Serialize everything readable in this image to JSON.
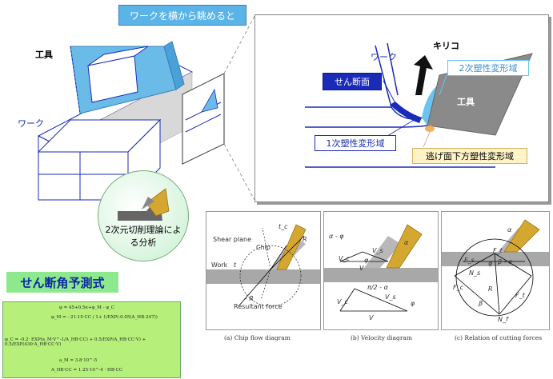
{
  "title": "ワークを横から眺めると",
  "tool_label": "工具",
  "work_label": "ワーク",
  "zoom": {
    "work_label": "ワーク",
    "chip_label": "キリコ",
    "tool_label": "工具",
    "shear_plane_label": "せん断面",
    "secondary_zone": "2次塑性変形域",
    "primary_zone": "1次塑性変形域",
    "flank_zone": "逃げ面下方塑性変形域"
  },
  "analysis_label": "2次元切削理論による分析",
  "prediction_label": "せん断角予測式",
  "formula": {
    "line1": "φ = 45+0.5α+φ_M - φ_C",
    "line2": "φ_M = -  21-15·CC / 1+ 1/EXP(-0.05(A_HB-247))",
    "line3": "φ_C = -0.2·  EXP(a_M·V^-1/A_HB·CC) + 0.5/EXP(A_HB·CC·V) + 0.5/EXP(430·A_HB·CC·V)",
    "line4": "a_M = 3.8·10^-5",
    "line5": "A_HB·CC = 1.25·10^-4 · HB·CC"
  },
  "panels": {
    "chip_flow": {
      "caption": "(a) Chip flow diagram",
      "shear_plane": "Shear plane",
      "chip": "Chip",
      "work": "Work",
      "resultant": "Resultant force",
      "t": "t",
      "tc": "t_c",
      "R": "R",
      "negR": "- R"
    },
    "velocity": {
      "caption": "(b) Velocity diagram",
      "alpha_phi": "α - φ",
      "alpha": "α",
      "phi": "φ",
      "Vc": "V_c",
      "Vs": "V_s",
      "V": "V",
      "pi_alpha": "π/2 - α",
      "phi2": "φ"
    },
    "forces": {
      "caption": "(c) Relation of cutting forces",
      "alpha": "α",
      "Fs": "F_s",
      "Fc": "F_c",
      "Ft": "F_t",
      "Nf": "N_f",
      "Ns": "N_s",
      "R": "R",
      "beta": "β",
      "beta_alpha": "β - α",
      "phi": "φ"
    }
  }
}
